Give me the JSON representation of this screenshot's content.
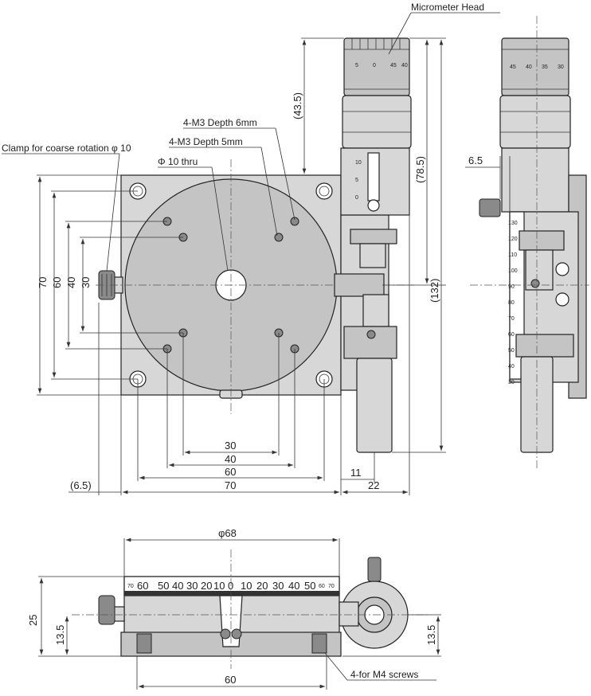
{
  "labels": {
    "micrometer_head": "Micrometer Head",
    "m3_depth6": "4-M3 Depth 6mm",
    "m3_depth5": "4-M3 Depth 5mm",
    "thru": "Φ 10 thru",
    "clamp": "Clamp for coarse rotation φ 10",
    "m4_screws": "4-for M4 screws"
  },
  "dims_top": {
    "d70": "70",
    "d60": "60",
    "d40": "40",
    "d30": "30",
    "h30": "30",
    "h40": "40",
    "h60": "60",
    "h70": "70",
    "off65": "(6.5)",
    "d11": "11",
    "d22": "22",
    "d43_5": "(43.5)",
    "d78_5": "(78.5)",
    "d132": "(132)"
  },
  "dims_side": {
    "d6_5": "6.5"
  },
  "dims_bottom": {
    "phi68": "φ68",
    "d25": "25",
    "d13_5_left": "13.5",
    "d13_5_right": "13.5",
    "d60": "60"
  },
  "scales": {
    "micrometer_top": [
      "5",
      "0",
      "45",
      "40"
    ],
    "micrometer_side": [
      "45",
      "40",
      "35",
      "30"
    ],
    "vernier": [
      "10",
      "5",
      "0"
    ],
    "side_scale": [
      "130",
      "120",
      "110",
      "100",
      "90",
      "80",
      "70",
      "60",
      "50",
      "40",
      "30"
    ],
    "rotary": [
      "70",
      "60",
      "50",
      "40",
      "30",
      "20",
      "10",
      "0",
      "10",
      "20",
      "30",
      "40",
      "50",
      "60",
      "70"
    ]
  }
}
